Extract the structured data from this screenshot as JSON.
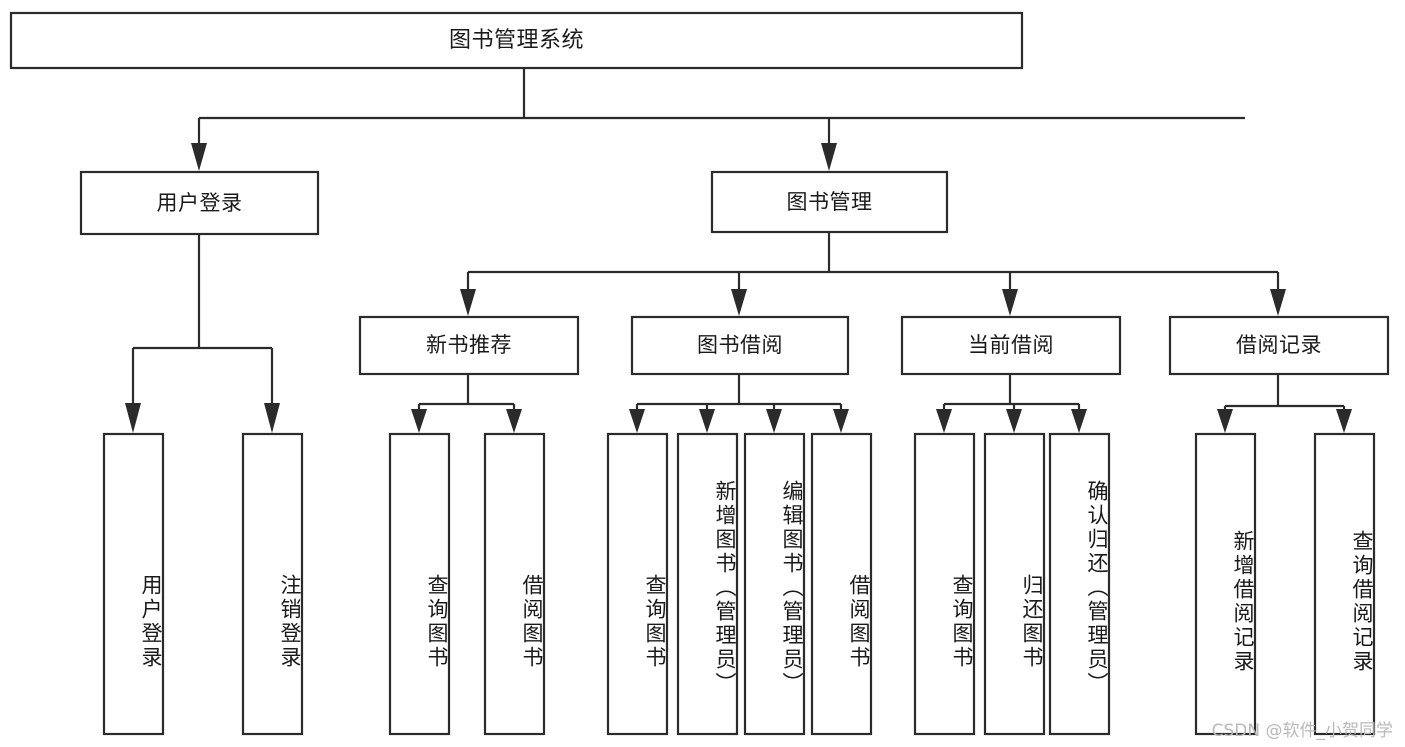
{
  "diagram": {
    "type": "tree",
    "title": "图书管理系统",
    "watermark": "CSDN @软件_小贺同学",
    "colors": {
      "box_stroke": "#2b2b2b",
      "box_fill": "#ffffff",
      "text": "#1a1a1a",
      "background": "#ffffff",
      "watermark": "#b9b9b9"
    },
    "levels": {
      "root": "图书管理系统",
      "level2": [
        "用户登录",
        "图书管理"
      ],
      "level3": [
        "新书推荐",
        "图书借阅",
        "当前借阅",
        "借阅记录"
      ]
    },
    "nodes": {
      "root": {
        "label": "图书管理系统"
      },
      "user_login": {
        "label": "用户登录"
      },
      "book_manage": {
        "label": "图书管理"
      },
      "new_book_rec": {
        "label": "新书推荐"
      },
      "book_borrow": {
        "label": "图书借阅"
      },
      "current_borrow": {
        "label": "当前借阅"
      },
      "borrow_record": {
        "label": "借阅记录"
      },
      "leaf_user_login": {
        "label": "用户登录"
      },
      "leaf_logout": {
        "label": "注销登录"
      },
      "leaf_query_book_a": {
        "label": "查询图书"
      },
      "leaf_borrow_book_a": {
        "label": "借阅图书"
      },
      "leaf_query_book_b": {
        "label": "查询图书"
      },
      "leaf_add_book": {
        "label": "新增图书（管理员）"
      },
      "leaf_edit_book": {
        "label": "编辑图书（管理员）"
      },
      "leaf_borrow_book_b": {
        "label": "借阅图书"
      },
      "leaf_query_book_c": {
        "label": "查询图书"
      },
      "leaf_return_book": {
        "label": "归还图书"
      },
      "leaf_confirm_return": {
        "label": "确认归还（管理员）"
      },
      "leaf_add_record": {
        "label": "新增借阅记录"
      },
      "leaf_query_record": {
        "label": "查询借阅记录"
      }
    },
    "edges": [
      {
        "from": "root",
        "to": "user_login"
      },
      {
        "from": "root",
        "to": "book_manage"
      },
      {
        "from": "user_login",
        "to": "leaf_user_login"
      },
      {
        "from": "user_login",
        "to": "leaf_logout"
      },
      {
        "from": "book_manage",
        "to": "new_book_rec"
      },
      {
        "from": "book_manage",
        "to": "book_borrow"
      },
      {
        "from": "book_manage",
        "to": "current_borrow"
      },
      {
        "from": "book_manage",
        "to": "borrow_record"
      },
      {
        "from": "new_book_rec",
        "to": "leaf_query_book_a"
      },
      {
        "from": "new_book_rec",
        "to": "leaf_borrow_book_a"
      },
      {
        "from": "book_borrow",
        "to": "leaf_query_book_b"
      },
      {
        "from": "book_borrow",
        "to": "leaf_add_book"
      },
      {
        "from": "book_borrow",
        "to": "leaf_edit_book"
      },
      {
        "from": "book_borrow",
        "to": "leaf_borrow_book_b"
      },
      {
        "from": "current_borrow",
        "to": "leaf_query_book_c"
      },
      {
        "from": "current_borrow",
        "to": "leaf_return_book"
      },
      {
        "from": "current_borrow",
        "to": "leaf_confirm_return"
      },
      {
        "from": "borrow_record",
        "to": "leaf_add_record"
      },
      {
        "from": "borrow_record",
        "to": "leaf_query_record"
      }
    ]
  }
}
